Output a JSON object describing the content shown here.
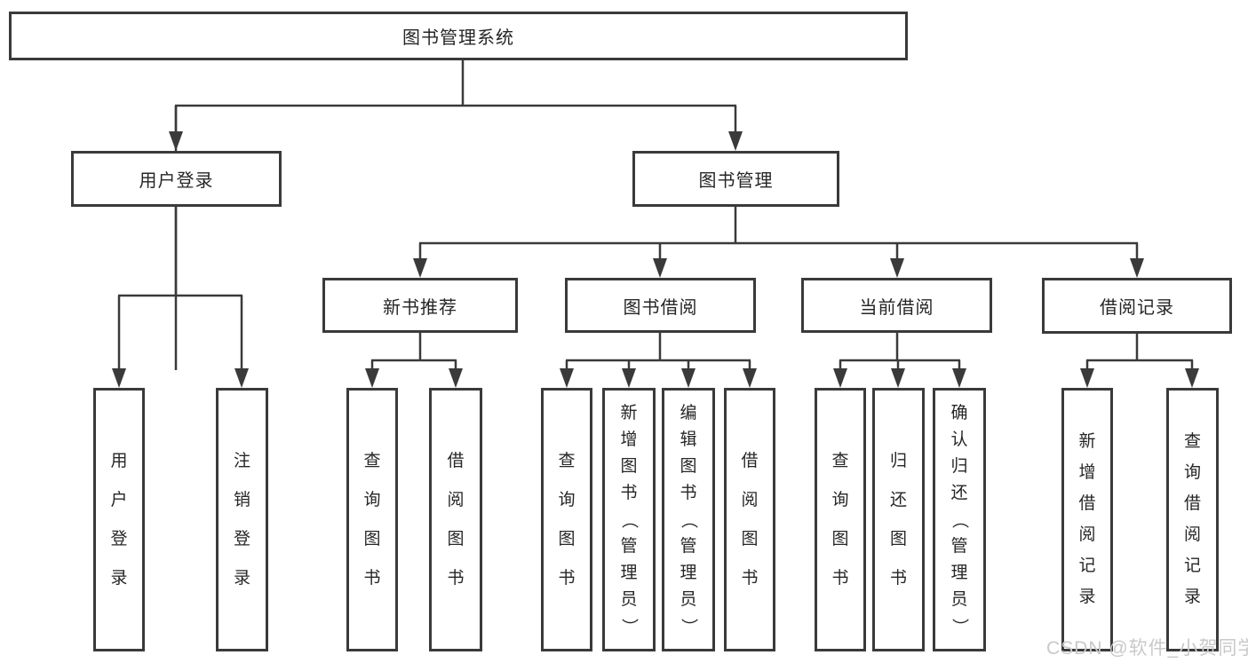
{
  "tree": {
    "root": {
      "label": "图书管理系统",
      "children": [
        {
          "label": "用户登录",
          "children": [
            {
              "label": "用户登录"
            },
            {
              "label": "注销登录"
            }
          ]
        },
        {
          "label": "图书管理",
          "children": [
            {
              "label": "新书推荐",
              "children": [
                {
                  "label": "查询图书"
                },
                {
                  "label": "借阅图书"
                }
              ]
            },
            {
              "label": "图书借阅",
              "children": [
                {
                  "label": "查询图书"
                },
                {
                  "label": "新增图书（管理员）"
                },
                {
                  "label": "编辑图书（管理员）"
                },
                {
                  "label": "借阅图书"
                }
              ]
            },
            {
              "label": "当前借阅",
              "children": [
                {
                  "label": "查询图书"
                },
                {
                  "label": "归还图书"
                },
                {
                  "label": "确认归还（管理员）"
                }
              ]
            },
            {
              "label": "借阅记录",
              "children": [
                {
                  "label": "新增借阅记录"
                },
                {
                  "label": "查询借阅记录"
                }
              ]
            }
          ]
        }
      ]
    }
  },
  "colors": {
    "line": "#3a3a3a",
    "box_background": "#ffffff",
    "text": "#262626",
    "watermark": "#c9c9c9"
  },
  "watermark": {
    "text": "CSDN @软件_小贺同学"
  }
}
